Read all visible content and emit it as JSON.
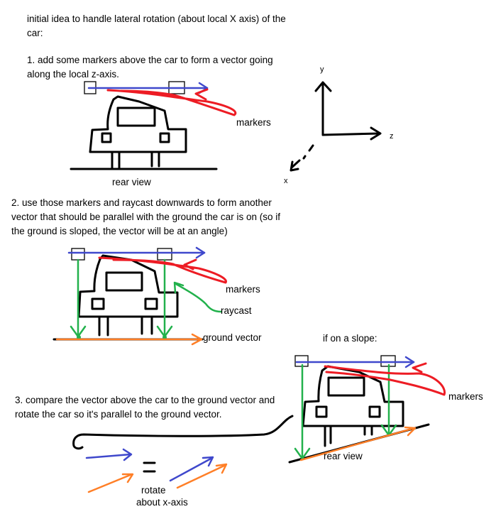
{
  "colors": {
    "blue": "#3f48cc",
    "red": "#ed1c24",
    "green": "#22b14c",
    "orange": "#ff7f27",
    "black": "#000000",
    "background": "#ffffff"
  },
  "intro": "initial idea to handle lateral rotation (about local X axis) of the car:",
  "step1": {
    "text": "1. add some markers above the car to form a vector going along the local z-axis.",
    "markers_label": "markers",
    "rear_view_label": "rear view"
  },
  "axes": {
    "y": "y",
    "z": "z",
    "x": "x"
  },
  "step2": {
    "text": "2. use those markers and raycast downwards to form another vector that should be parallel with the ground the car is on (so if the ground is sloped, the vector will be at an angle)",
    "markers_label": "markers",
    "raycast_label": "raycast",
    "ground_vector_label": "ground vector"
  },
  "slope": {
    "title": "if on a slope:",
    "markers_label": "markers",
    "rear_view_label": "rear view"
  },
  "step3": {
    "text": "3. compare the vector above the car to the ground vector and rotate the car so it's parallel to the ground vector.",
    "equals": "=",
    "rotate_label": "rotate",
    "about_label": "about x-axis"
  }
}
